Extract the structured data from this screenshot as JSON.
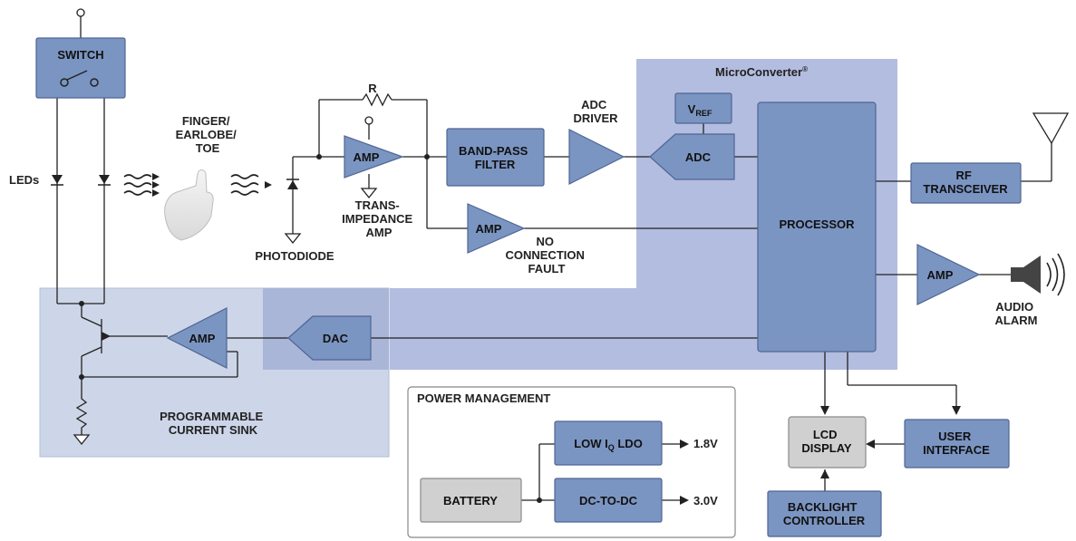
{
  "switch": {
    "label": "SWITCH"
  },
  "leds": {
    "label": "LEDs"
  },
  "finger": {
    "label_lines": [
      "FINGER/",
      "EARLOBE/",
      "TOE"
    ]
  },
  "photodiode": {
    "label": "PHOTODIODE"
  },
  "resistor": {
    "label": "R"
  },
  "tia_amp": {
    "label": "AMP",
    "caption_lines": [
      "TRANS-",
      "IMPEDANCE",
      "AMP"
    ]
  },
  "bandpass": {
    "label_lines": [
      "BAND-PASS",
      "FILTER"
    ]
  },
  "adc_driver": {
    "label_lines": [
      "ADC",
      "DRIVER"
    ]
  },
  "microconverter": {
    "label": "MicroConverter",
    "mark": "®"
  },
  "vref": {
    "label": "V",
    "subscript": "REF"
  },
  "adc": {
    "label": "ADC"
  },
  "processor": {
    "label": "PROCESSOR"
  },
  "rf": {
    "label_lines": [
      "RF",
      "TRANSCEIVER"
    ]
  },
  "fault_amp": {
    "label": "AMP",
    "caption_lines": [
      "NO",
      "CONNECTION",
      "FAULT"
    ]
  },
  "audio_amp": {
    "label": "AMP"
  },
  "audio_alarm": {
    "label_lines": [
      "AUDIO",
      "ALARM"
    ]
  },
  "dac": {
    "label": "DAC"
  },
  "sink_amp": {
    "label": "AMP"
  },
  "current_sink": {
    "label_lines": [
      "PROGRAMMABLE",
      "CURRENT SINK"
    ]
  },
  "power": {
    "title": "POWER MANAGEMENT",
    "battery": "BATTERY",
    "ldo": {
      "label": "LOW I",
      "subscript": "Q",
      "suffix": " LDO"
    },
    "ldo_out": "1.8V",
    "dcdc": "DC-TO-DC",
    "dcdc_out": "3.0V"
  },
  "lcd": {
    "label_lines": [
      "LCD",
      "DISPLAY"
    ]
  },
  "user_interface": {
    "label_lines": [
      "USER",
      "INTERFACE"
    ]
  },
  "backlight": {
    "label_lines": [
      "BACKLIGHT",
      "CONTROLLER"
    ]
  },
  "colors": {
    "block": "#7b95c2",
    "region_processor": "#b3bde0",
    "region_sink": "#cdd6e8",
    "gray_block": "#d0d0d0"
  }
}
